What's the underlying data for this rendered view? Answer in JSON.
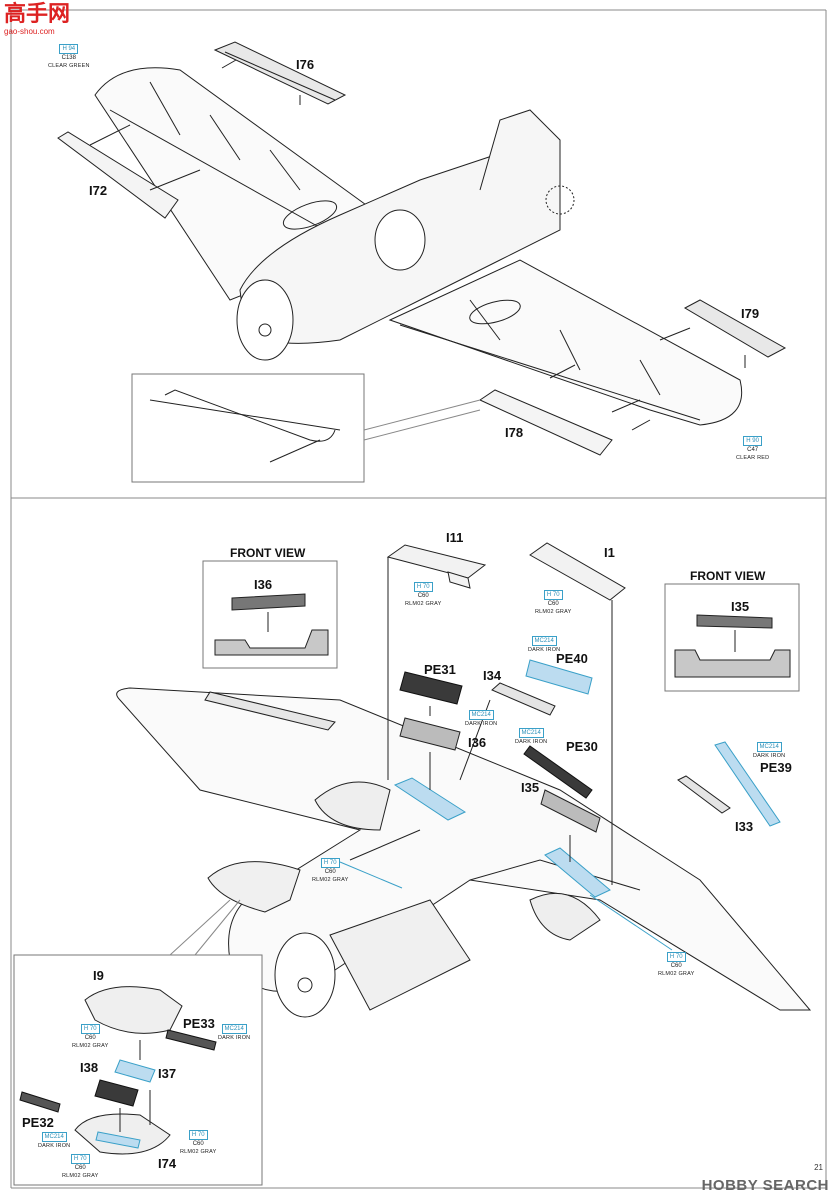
{
  "watermark": {
    "cn_text": "高手网",
    "url": "gao-shou.com"
  },
  "brand": "HOBBY SEARCH",
  "page_number": "21",
  "top_section": {
    "parts": {
      "i76": "I76",
      "i72": "I72",
      "i79": "I79",
      "i78": "I78"
    },
    "paint_clear_green": {
      "h": "H 94",
      "c": "C138",
      "name": "CLEAR GREEN"
    },
    "paint_clear_red": {
      "h": "H 90",
      "c": "C47",
      "name": "CLEAR RED"
    }
  },
  "bottom_section": {
    "front_view_left": {
      "title": "FRONT VIEW",
      "part": "I36"
    },
    "front_view_right": {
      "title": "FRONT VIEW",
      "part": "I35"
    },
    "parts": {
      "i11": "I11",
      "i1": "I1",
      "pe40": "PE40",
      "pe31": "PE31",
      "i34": "I34",
      "i36": "I36",
      "pe30": "PE30",
      "i35": "I35",
      "pe39": "PE39",
      "i33": "I33"
    },
    "paint_i11": {
      "h": "H 70",
      "c": "C60",
      "name": "RLM02 GRAY"
    },
    "paint_i1": {
      "h": "H 70",
      "c": "C60",
      "name": "RLM02 GRAY"
    },
    "paint_pe40": {
      "h": "MC214",
      "name": "DARK IRON"
    },
    "paint_pe31": {
      "h": "MC214",
      "name": "DARK IRON"
    },
    "paint_pe30": {
      "h": "MC214",
      "name": "DARK IRON"
    },
    "paint_pe39": {
      "h": "MC214",
      "name": "DARK IRON"
    },
    "paint_wing_left": {
      "h": "H 70",
      "c": "C60",
      "name": "RLM02 GRAY"
    },
    "paint_wing_right": {
      "h": "H 70",
      "c": "C60",
      "name": "RLM02 GRAY"
    }
  },
  "inset": {
    "parts": {
      "i9": "I9",
      "pe33": "PE33",
      "i37": "I37",
      "i38": "I38",
      "pe32": "PE32",
      "i74": "I74"
    },
    "paint_i9": {
      "h": "H 70",
      "c": "C60",
      "name": "RLM02 GRAY"
    },
    "paint_pe33": {
      "h": "MC214",
      "name": "DARK IRON"
    },
    "paint_pe32": {
      "h": "MC214",
      "name": "DARK IRON"
    },
    "paint_i74_right": {
      "h": "H 70",
      "c": "C60",
      "name": "RLM02 GRAY"
    },
    "paint_i74_bottom": {
      "h": "H 70",
      "c": "C60",
      "name": "RLM02 GRAY"
    }
  },
  "colors": {
    "pe_blue": "#bcdcf0",
    "line": "#222222",
    "callout_blue": "#3aa0c8",
    "gray_fill": "#c8c8c8"
  }
}
